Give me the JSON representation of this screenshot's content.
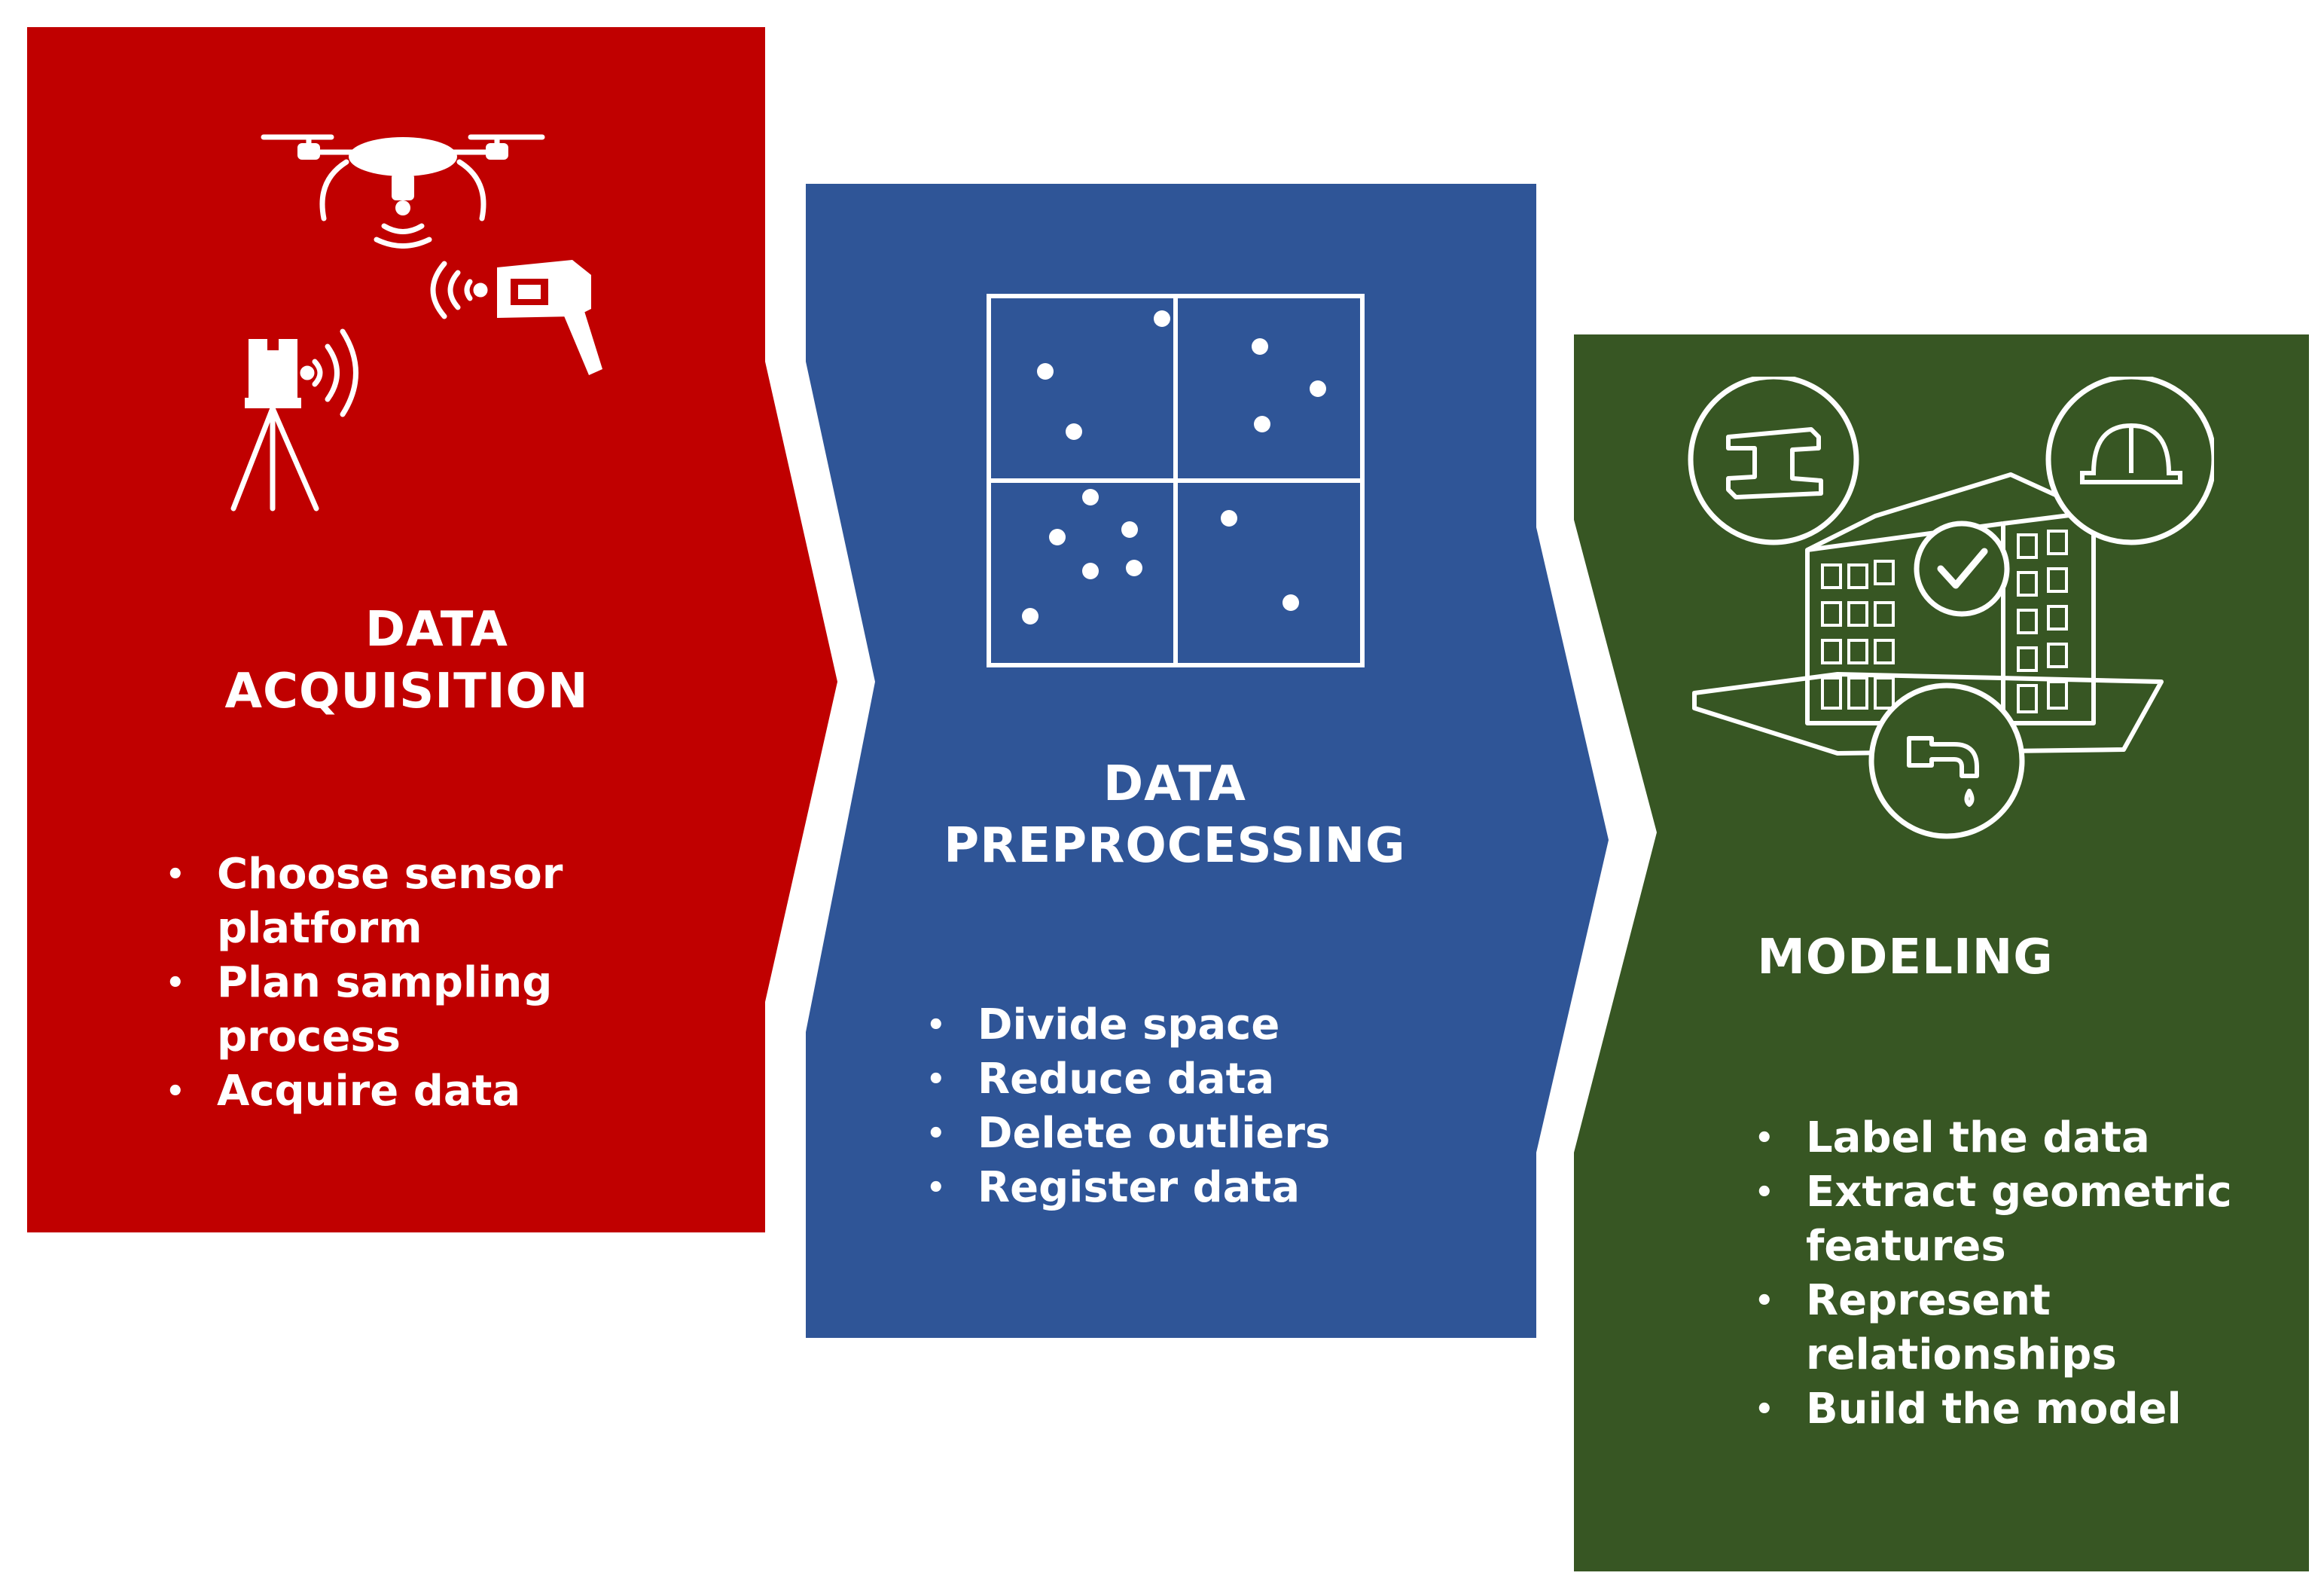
{
  "colors": {
    "acquisition": "#c00000",
    "preprocessing": "#2f5597",
    "modeling": "#375623",
    "text": "#ffffff"
  },
  "steps": [
    {
      "title_lines": [
        "DATA",
        "ACQUISITION"
      ],
      "bullets": [
        "Choose sensor platform",
        "Plan sampling process",
        "Acquire data"
      ],
      "icon": "drone-and-laser-scanners-icon"
    },
    {
      "title_lines": [
        "DATA",
        "PREPROCESSING"
      ],
      "bullets": [
        "Divide space",
        "Reduce data",
        "Delete outliers",
        "Register data"
      ],
      "icon": "point-grid-icon"
    },
    {
      "title_lines": [
        "MODELING"
      ],
      "bullets": [
        "Label the data",
        "Extract geometric features",
        "Represent relationships",
        "Build the model"
      ],
      "icon": "building-model-icon"
    }
  ]
}
